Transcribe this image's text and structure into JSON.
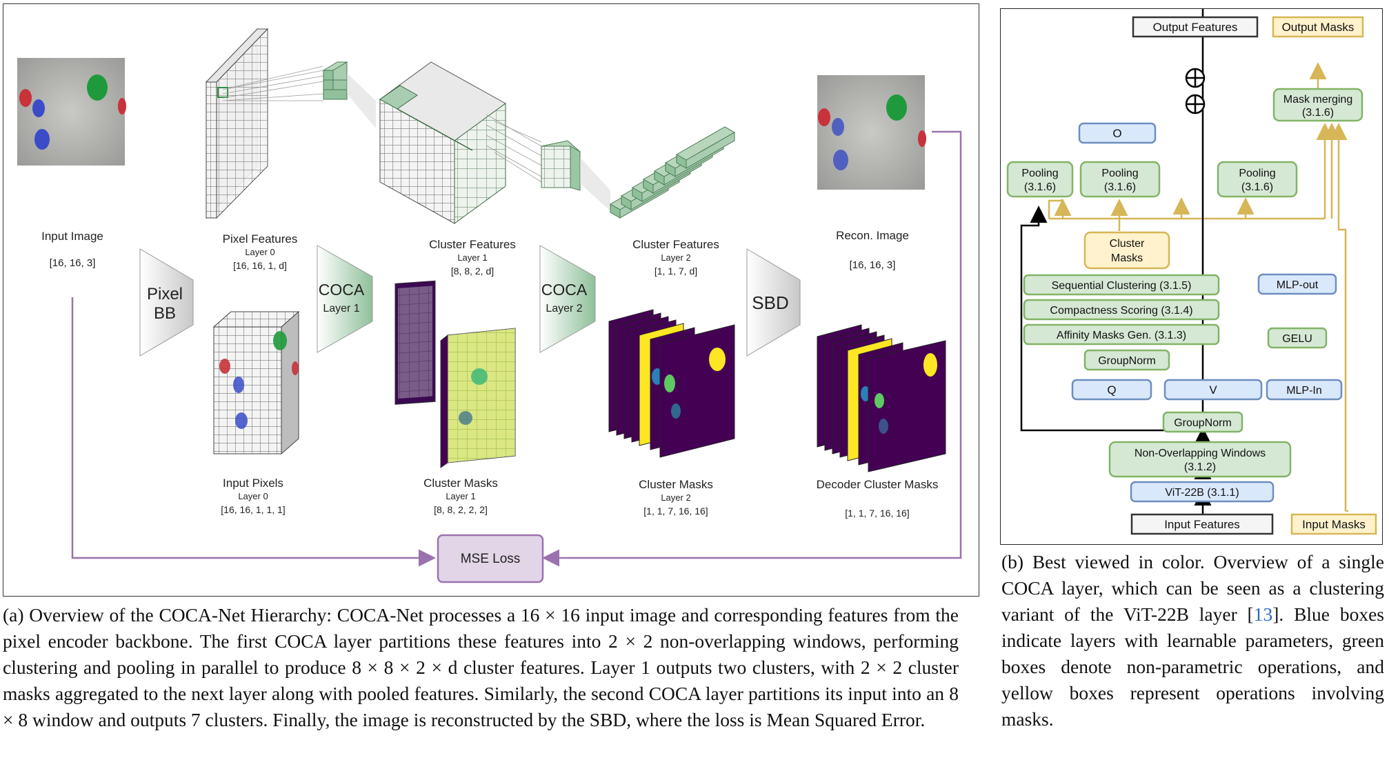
{
  "fig_a": {
    "input_image": {
      "title": "Input Image",
      "shape": "[16, 16, 3]"
    },
    "pixel_features": {
      "title": "Pixel Features",
      "layer": "Layer 0",
      "shape": "[16, 16, 1, d]"
    },
    "cluster_features_1": {
      "title": "Cluster Features",
      "layer": "Layer 1",
      "shape": "[8, 8, 2, d]"
    },
    "cluster_features_2": {
      "title": "Cluster Features",
      "layer": "Layer 2",
      "shape": "[1, 1, 7, d]"
    },
    "recon_image": {
      "title": "Recon. Image",
      "shape": "[16, 16, 3]"
    },
    "input_pixels": {
      "title": "Input Pixels",
      "layer": "Layer 0",
      "shape": "[16, 16, 1, 1, 1]"
    },
    "cluster_masks_1": {
      "title": "Cluster Masks",
      "layer": "Layer 1",
      "shape": "[8, 8, 2, 2, 2]"
    },
    "cluster_masks_2": {
      "title": "Cluster Masks",
      "layer": "Layer 2",
      "shape": "[1, 1, 7, 16, 16]"
    },
    "decoder_masks": {
      "title": "Decoder Cluster Masks",
      "shape": "[1, 1, 7, 16, 16]"
    },
    "stage_pixel_bb": {
      "line1": "Pixel",
      "line2": "BB"
    },
    "stage_coca1": {
      "line1": "COCA",
      "line2": "Layer 1"
    },
    "stage_coca2": {
      "line1": "COCA",
      "line2": "Layer 2"
    },
    "stage_sbd": {
      "line1": "SBD"
    },
    "loss": "MSE Loss"
  },
  "fig_b": {
    "output_features": "Output Features",
    "output_masks": "Output Masks",
    "mask_merging": {
      "line1": "Mask merging",
      "line2": "(3.1.6)"
    },
    "o_box": "O",
    "pooling": {
      "line1": "Pooling",
      "line2": "(3.1.6)"
    },
    "cluster_masks": {
      "line1": "Cluster",
      "line2": "Masks"
    },
    "sequential_clustering": "Sequential Clustering (3.1.5)",
    "compactness_scoring": "Compactness Scoring (3.1.4)",
    "affinity_masks": "Affinity Masks Gen. (3.1.3)",
    "groupnorm": "GroupNorm",
    "q_box": "Q",
    "v_box": "V",
    "mlp_in": "MLP-In",
    "mlp_out": "MLP-out",
    "gelu": "GELU",
    "non_overlapping": {
      "line1": "Non-Overlapping Windows",
      "line2": "(3.1.2)"
    },
    "vit": "ViT-22B (3.1.1)",
    "input_features": "Input Features",
    "input_masks": "Input Masks"
  },
  "caption_a": "(a) Overview of the COCA-Net Hierarchy: COCA-Net processes a 16 × 16 input image and corresponding features from the pixel encoder backbone. The first COCA layer partitions these features into 2 × 2 non-overlapping windows, performing clustering and pooling in parallel to produce 8 × 8 × 2 × d cluster features. Layer 1 outputs two clusters, with 2 × 2 cluster masks aggregated to the next layer along with pooled features. Similarly, the second COCA layer partitions its input into an 8 × 8 window and outputs 7 clusters. Finally, the image is reconstructed by the SBD, where the loss is Mean Squared Error.",
  "caption_b": {
    "before_ref": "(b) Best viewed in color. Overview of a single COCA layer, which can be seen as a clustering variant of the ViT-22B layer [",
    "ref": "13",
    "after_ref": "]. Blue boxes indicate layers with learnable parameters, green boxes denote non-parametric operations, and yellow boxes represent operations involving masks."
  },
  "colors": {
    "green_fill": "#d5e8d4",
    "green_stroke": "#82b366",
    "blue_fill": "#dae8fc",
    "blue_stroke": "#6c8ebf",
    "yellow_fill": "#fff2cc",
    "yellow_stroke": "#d6b656",
    "purple": "#9b72ad",
    "viridis_purple": "#440154",
    "viridis_yellow": "#fde725"
  }
}
